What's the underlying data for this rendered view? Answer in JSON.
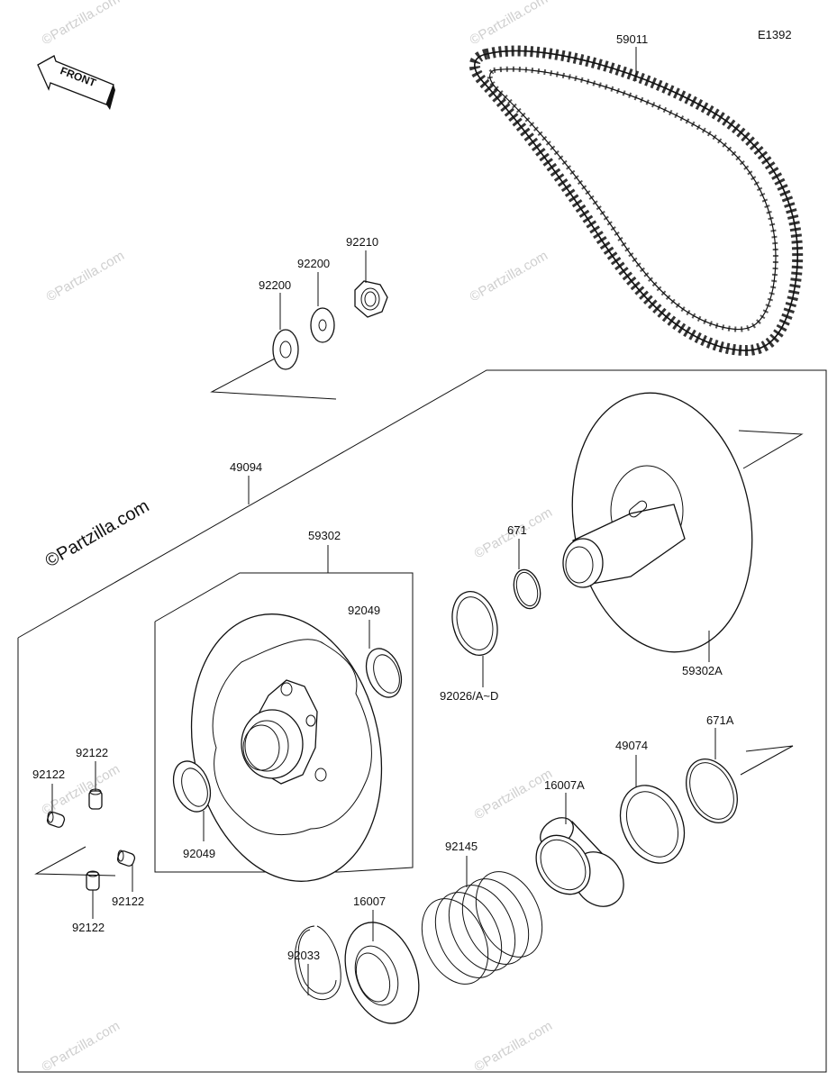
{
  "diagram_code": "E1392",
  "front_label": "FRONT",
  "watermarks": [
    "©Partzilla.com",
    "©Partzilla.com",
    "©Partzilla.com",
    "©Partzilla.com",
    "©Partzilla.com",
    "©Partzilla.com",
    "©Partzilla.com",
    "©Partzilla.com",
    "©Partzilla.com"
  ],
  "watermark_main": "©Partzilla.com",
  "parts": {
    "p59011": "59011",
    "p92210": "92210",
    "p92200a": "92200",
    "p92200b": "92200",
    "p49094": "49094",
    "p59302": "59302",
    "p92049a": "92049",
    "p92049b": "92049",
    "p671": "671",
    "p92026": "92026/A~D",
    "p59302A": "59302A",
    "p92122a": "92122",
    "p92122b": "92122",
    "p92122c": "92122",
    "p92122d": "92122",
    "p49074": "49074",
    "p671A": "671A",
    "p16007A": "16007A",
    "p92145": "92145",
    "p16007": "16007",
    "p92033": "92033"
  }
}
